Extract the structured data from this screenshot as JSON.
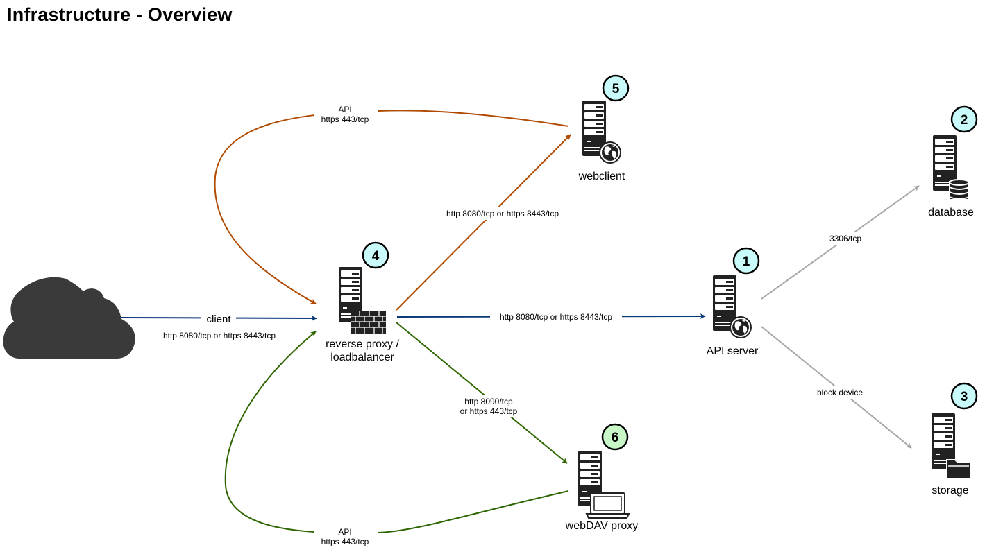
{
  "title": "Infrastructure - Overview",
  "colors": {
    "orange": "#b04a00",
    "green": "#2e6600",
    "blue": "#0a3a78",
    "gray": "#a6a6a6",
    "server_dark": "#222222",
    "badge_cyan": "#c9fbfb",
    "badge_green": "#c8f7c8"
  },
  "nodes": {
    "cloud": {
      "label": "client",
      "icon": "cloud-icon"
    },
    "proxy": {
      "label_lines": [
        "reverse proxy /",
        "loadbalancer"
      ],
      "badge": "4",
      "icon": "firewall-server-icon"
    },
    "webclient": {
      "label": "webclient",
      "badge": "5",
      "icon": "web-server-icon"
    },
    "api": {
      "label": "API server",
      "badge": "1",
      "icon": "web-server-icon"
    },
    "database": {
      "label": "database",
      "badge": "2",
      "icon": "database-server-icon"
    },
    "storage": {
      "label": "storage",
      "badge": "3",
      "icon": "storage-server-icon"
    },
    "webdav": {
      "label": "webDAV proxy",
      "badge": "6",
      "icon": "laptop-server-icon"
    }
  },
  "edges": {
    "client_to_proxy": {
      "lines": [
        "http 8080/tcp or https 8443/tcp"
      ]
    },
    "proxy_to_webclient": {
      "lines": [
        "http 8080/tcp or https 8443/tcp"
      ]
    },
    "proxy_to_api": {
      "lines": [
        "http 8080/tcp or https 8443/tcp"
      ]
    },
    "proxy_to_webdav": {
      "lines": [
        "http 8090/tcp",
        "or https 443/tcp"
      ]
    },
    "webclient_to_proxy": {
      "lines": [
        "API",
        "https 443/tcp"
      ]
    },
    "webdav_to_proxy": {
      "lines": [
        "API",
        "https 443/tcp"
      ]
    },
    "api_to_database": {
      "lines": [
        "3306/tcp"
      ]
    },
    "api_to_storage": {
      "lines": [
        "block device"
      ]
    }
  }
}
